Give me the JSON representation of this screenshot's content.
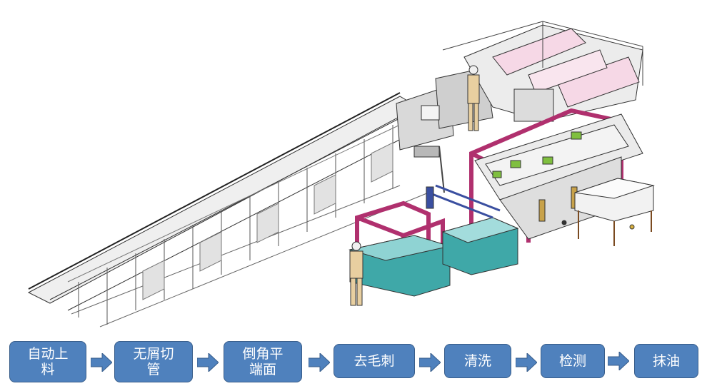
{
  "figure": {
    "description_icon": "production-line-machinery-drawing"
  },
  "process_flow": {
    "steps": [
      {
        "label": "自动上\n料"
      },
      {
        "label": "无屑切\n管"
      },
      {
        "label": "倒角平\n端面"
      },
      {
        "label": "去毛刺"
      },
      {
        "label": "清洗"
      },
      {
        "label": "检测"
      },
      {
        "label": "抹油"
      }
    ],
    "arrow_icon": "right-arrow-icon"
  },
  "colors": {
    "step_fill": "#4f81bd",
    "step_border": "#385d8a",
    "step_text": "#ffffff",
    "frame_magenta": "#b0306e",
    "tank_teal": "#3fa8a8",
    "frame_grey": "#d6d6d6",
    "line_dark": "#333333"
  }
}
